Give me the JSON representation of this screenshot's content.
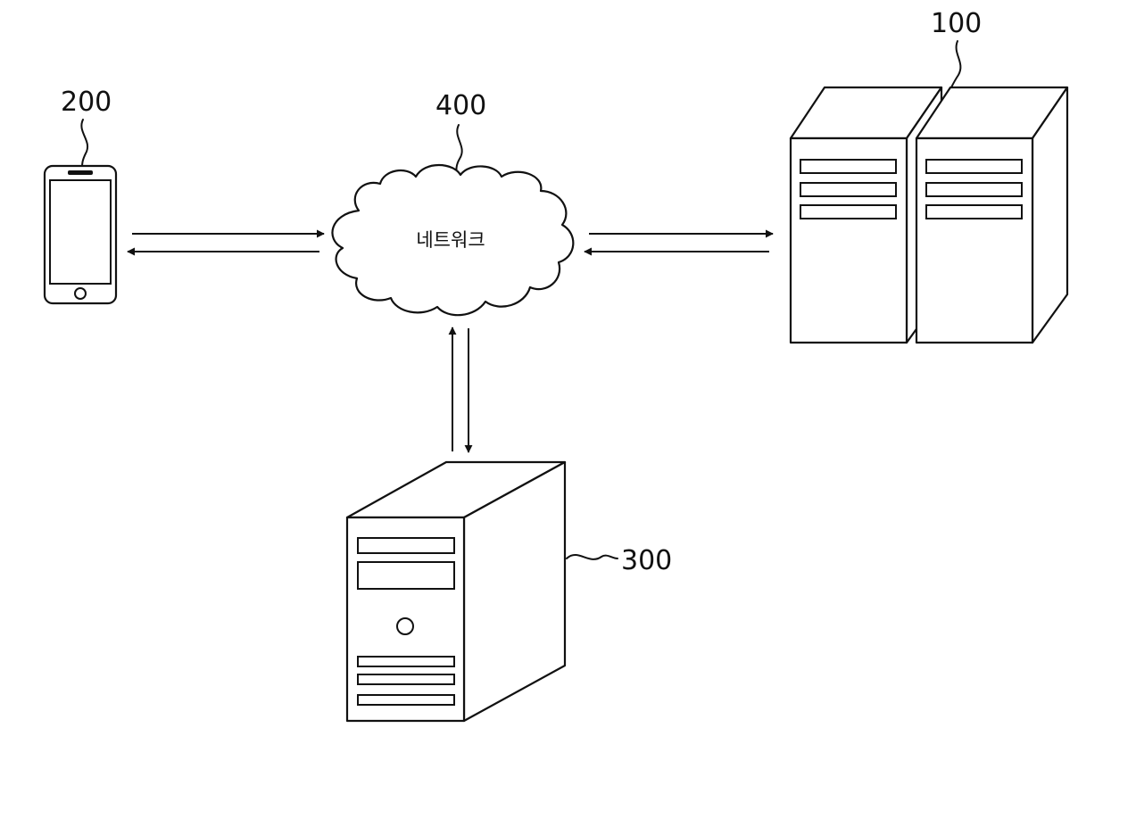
{
  "labels": {
    "server_group": "100",
    "mobile_terminal": "200",
    "admin_server": "300",
    "network_ref": "400"
  },
  "network": {
    "text": "네트워크"
  },
  "icons": {
    "server_group": "rack-server-pair-icon",
    "mobile_terminal": "smartphone-icon",
    "admin_server": "tower-server-icon",
    "network": "cloud-icon"
  },
  "colors": {
    "line": "#111111",
    "background": "#ffffff"
  }
}
